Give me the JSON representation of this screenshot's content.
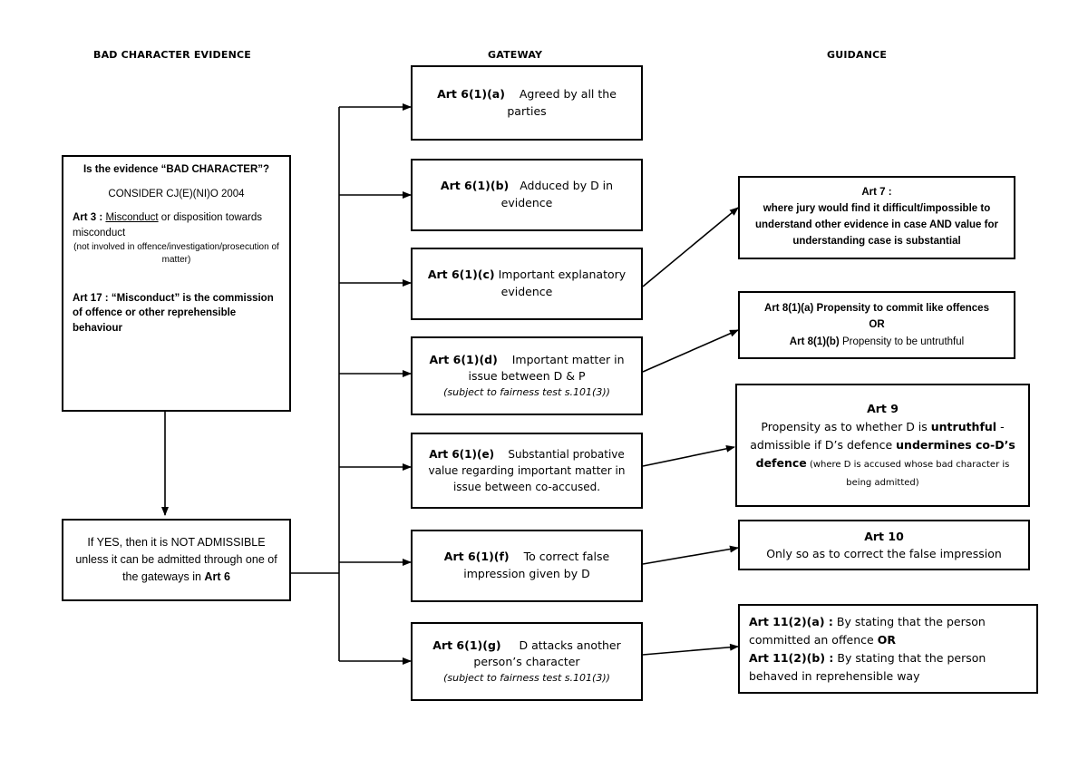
{
  "headers": {
    "evidence": "BAD CHARACTER EVIDENCE",
    "gateway": "GATEWAY",
    "guidance": "GUIDANCE"
  },
  "evidence_box": {
    "question": "Is the evidence “BAD CHARACTER”?",
    "consider": "CONSIDER CJ(E)(NI)O 2004",
    "art3_ref": "Art 3 :",
    "art3_term": "Misconduct",
    "art3_rest": " or disposition towards misconduct",
    "art3_note": "(not involved in offence/investigation/prosecution of matter)",
    "art17_text": "Art 17 : “Misconduct” is the commission of offence or other reprehensible behaviour"
  },
  "admissible_box": {
    "text": "If YES, then it is NOT ADMISSIBLE unless it can be admitted through one of the gateways in ",
    "art": "Art 6"
  },
  "gateways": [
    {
      "ref": "Art 6(1)(a)",
      "text": "Agreed by all the parties",
      "note": ""
    },
    {
      "ref": "Art 6(1)(b)",
      "text": "Adduced by D in evidence",
      "note": ""
    },
    {
      "ref": "Art 6(1)(c)",
      "text": "Important explanatory evidence",
      "note": ""
    },
    {
      "ref": "Art 6(1)(d)",
      "text": "Important matter in issue between D & P",
      "note": "(subject to fairness test s.101(3))"
    },
    {
      "ref": "Art 6(1)(e)",
      "text": "Substantial probative value regarding important matter in issue between co-accused.",
      "note": ""
    },
    {
      "ref": "Art 6(1)(f)",
      "text": "To correct false impression given by D",
      "note": ""
    },
    {
      "ref": "Art 6(1)(g)",
      "text": "D attacks another person’s character",
      "note": "(subject to fairness test s.101(3))"
    }
  ],
  "guidance": {
    "art7": {
      "title": "Art 7 :",
      "text": "where jury would find it difficult/impossible to understand other evidence in case AND value for understanding case is substantial"
    },
    "art8": {
      "line1_ref": "Art 8(1)(a)",
      "line1_text": " Propensity to commit like offences",
      "or": "OR",
      "line2_ref": "Art 8(1)(b)",
      "line2_text": " Propensity to be untruthful"
    },
    "art9": {
      "title": "Art 9",
      "t1": "Propensity as to whether D is ",
      "b1": "untruthful",
      "t2": " - admissible if D’s defence ",
      "b2": "undermines co-D’s defence",
      "note": " (where D is accused whose bad character is being admitted)"
    },
    "art10": {
      "title": "Art 10",
      "text": "Only so as to correct the false impression"
    },
    "art11": {
      "ref1": "Art 11(2)(a) :",
      "text1": " By stating that the person committed an offence ",
      "or": "OR",
      "ref2": "Art 11(2)(b) :",
      "text2": " By stating that the person behaved in reprehensible way"
    }
  }
}
